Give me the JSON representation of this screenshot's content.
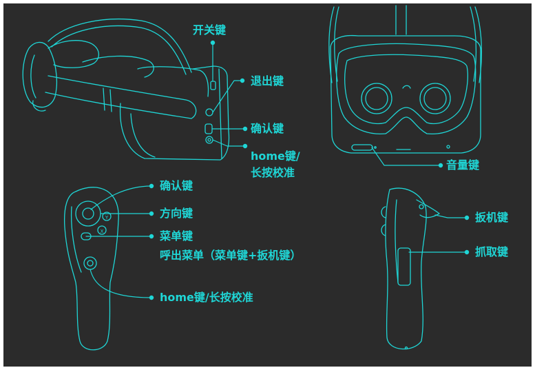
{
  "headset_side": {
    "power_key": "开关键",
    "back_key": "退出键",
    "confirm_key": "确认键",
    "home_key_line1": "home键/",
    "home_key_line2": "长按校准"
  },
  "headset_front": {
    "volume_key": "音量键"
  },
  "controller_front": {
    "confirm_key": "确认键",
    "direction_key": "方向键",
    "menu_key": "菜单键",
    "menu_key_note": "呼出菜单（菜单键+扳机键）",
    "home_key": "home键/长按校准",
    "y_button_glyph": "Y",
    "x_button_glyph": "X"
  },
  "controller_side": {
    "trigger_key": "扳机键",
    "grip_key": "抓取键"
  },
  "colors": {
    "background": "#2b2b2b",
    "line": "#1fd6d6"
  }
}
